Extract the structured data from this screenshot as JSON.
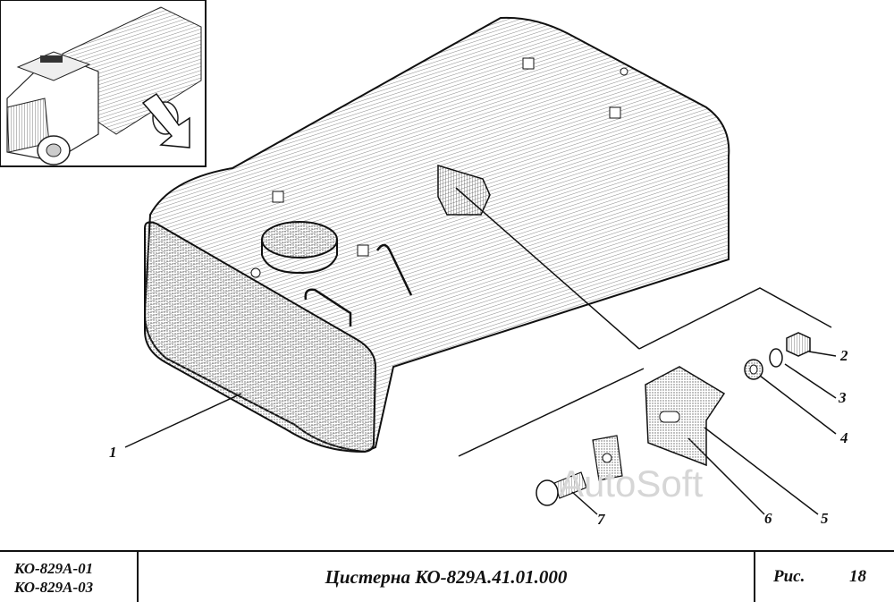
{
  "callouts": [
    "1",
    "2",
    "3",
    "4",
    "5",
    "6",
    "7"
  ],
  "watermark": "AutoSoft",
  "title_block": {
    "models": [
      "КО-829А-01",
      "КО-829А-03"
    ],
    "name": "Цистерна КО-829А.41.01.000",
    "figure_label": "Рис.",
    "figure_number": "18"
  },
  "icons": [
    "truck-inset-icon",
    "direction-arrow-icon",
    "tank-icon",
    "bracket-icon",
    "nut-icon",
    "washer-icon",
    "bolt-icon",
    "plate-icon"
  ]
}
